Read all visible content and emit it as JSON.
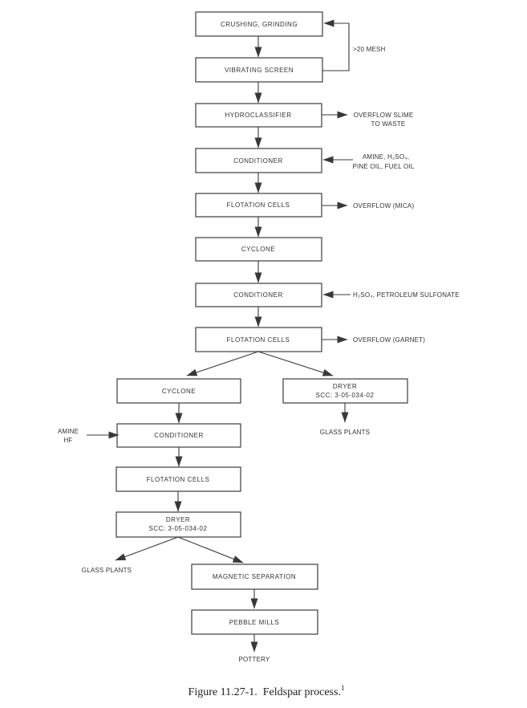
{
  "page": {
    "background": "#ffffff"
  },
  "diagram": {
    "stroke_color": "#3d3d3d",
    "text_color": "#333333",
    "nodes": {
      "crushing_grinding": "CRUSHING, GRINDING",
      "vibrating_screen": "VIBRATING SCREEN",
      "hydroclassifier": "HYDROCLASSIFIER",
      "conditioner_1": "CONDITIONER",
      "flotation_cells_1": "FLOTATION CELLS",
      "cyclone_1": "CYCLONE",
      "conditioner_2": "CONDITIONER",
      "flotation_cells_2": "FLOTATION CELLS",
      "cyclone_2": "CYCLONE",
      "dryer_right_line1": "DRYER",
      "dryer_right_line2": "SCC: 3-05-034-02",
      "conditioner_3": "CONDITIONER",
      "flotation_cells_3": "FLOTATION CELLS",
      "dryer_left_line1": "DRYER",
      "dryer_left_line2": "SCC: 3-05-034-02",
      "magnetic_separation": "MAGNETIC SEPARATION",
      "pebble_mills": "PEBBLE MILLS"
    },
    "stream_labels": {
      "recycle_mesh": ">20 MESH",
      "overflow_slime_line1": "OVERFLOW SLIME",
      "overflow_slime_line2": "TO WASTE",
      "conditioner1_reagents_line1": "AMINE, H₂SO₄,",
      "conditioner1_reagents_line2": "PINE OIL, FUEL OIL",
      "overflow_mica": "OVERFLOW (MICA)",
      "conditioner2_reagents": "H₂SO₄, PETROLEUM SULFONATE",
      "overflow_garnet": "OVERFLOW (GARNET)",
      "amine": "AMINE",
      "hf": "HF",
      "glass_plants_right": "GLASS PLANTS",
      "glass_plants_left": "GLASS PLANTS",
      "pottery": "POTTERY"
    }
  },
  "caption": {
    "text": "Figure 11.27-1.  Feldspar process.",
    "superscript": "1"
  }
}
